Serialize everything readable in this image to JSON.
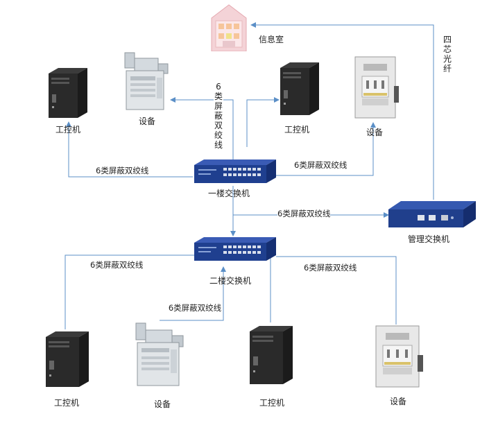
{
  "info_room": {
    "label": "信息室"
  },
  "fiber": {
    "label": "四芯光纤"
  },
  "switches": {
    "floor1": {
      "label": "一楼交换机"
    },
    "floor2": {
      "label": "二楼交换机"
    },
    "management": {
      "label": "管理交换机"
    }
  },
  "nodes": {
    "pc_top_left": "工控机",
    "equip_top_mid": "设备",
    "pc_top_right": "工控机",
    "equip_top_right": "设备",
    "pc_bot_1": "工控机",
    "equip_bot_2": "设备",
    "pc_bot_3": "工控机",
    "equip_bot_4": "设备"
  },
  "cables": {
    "c1": "6类屏蔽双绞线",
    "c2": "6类屏蔽双绞线",
    "c3": "6类屏蔽双绞线",
    "c4": "6类屏蔽双绞线",
    "c5": "6类屏蔽双绞线",
    "c6": "6类屏蔽双绞线",
    "c7": "6类屏蔽双绞线"
  },
  "colors": {
    "line": "#5b8fc7",
    "switch": "#1f3f8f"
  }
}
